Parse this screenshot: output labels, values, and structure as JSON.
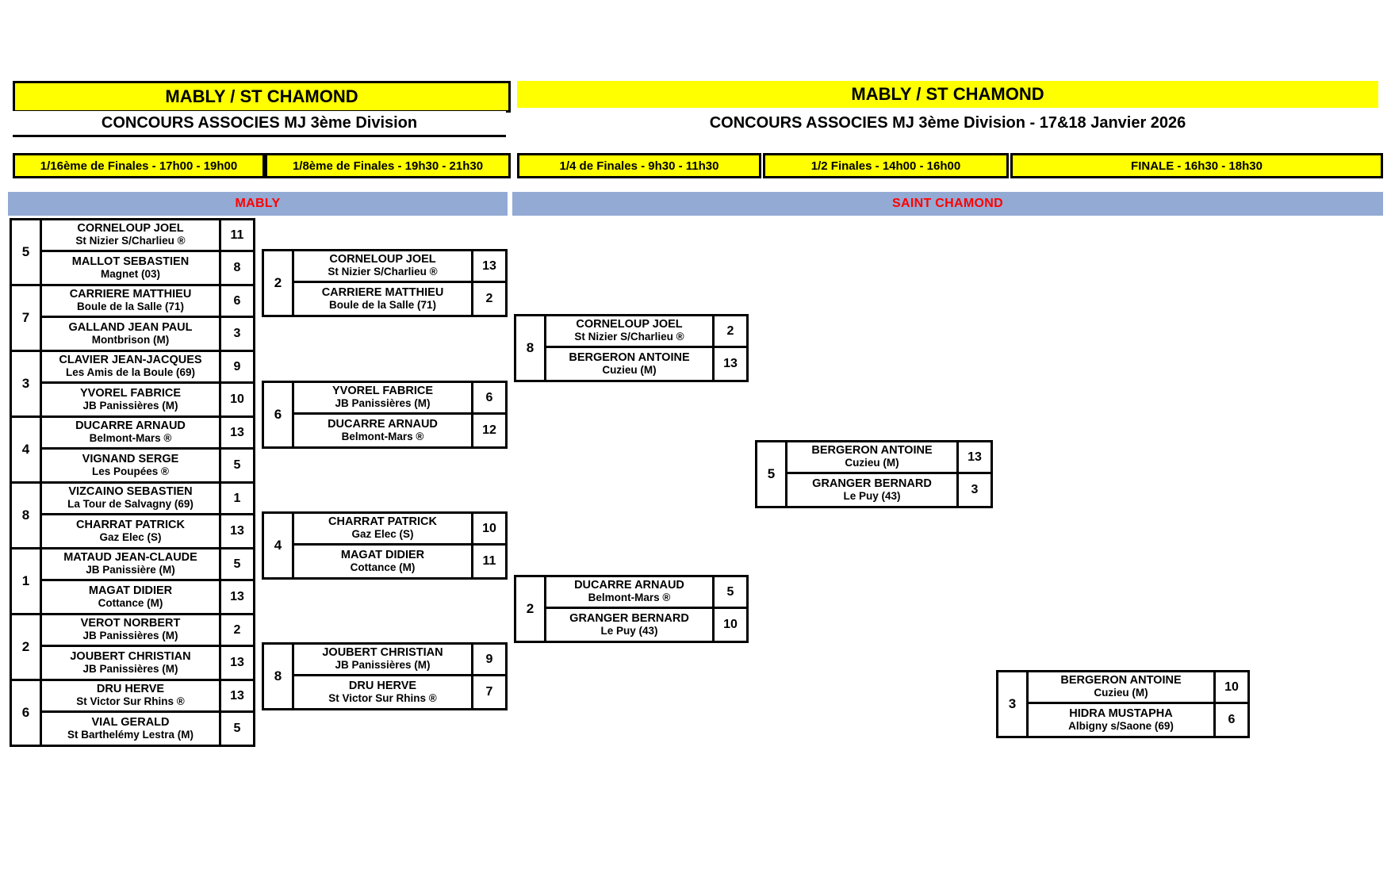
{
  "header": {
    "left": {
      "banner": "MABLY / ST CHAMOND",
      "subtitle": "CONCOURS ASSOCIES MJ 3ème Division"
    },
    "right": {
      "banner": "MABLY / ST CHAMOND",
      "subtitle": "CONCOURS ASSOCIES MJ 3ème Division - 17&18 Janvier 2026"
    }
  },
  "rounds": [
    {
      "label": "1/16ème de Finales - 17h00 - 19h00"
    },
    {
      "label": "1/8ème de Finales - 19h30 - 21h30"
    },
    {
      "label": "1/4 de Finales - 9h30 - 11h30"
    },
    {
      "label": "1/2 Finales - 14h00 - 16h00"
    },
    {
      "label": "FINALE - 16h30 - 18h30"
    }
  ],
  "sites": [
    {
      "name": "MABLY"
    },
    {
      "name": "SAINT CHAMOND"
    }
  ],
  "colors": {
    "banner_yellow": "#ffff00",
    "site_band_blue": "#93aad4",
    "site_text_red": "#ff0000",
    "line_black": "#000000"
  },
  "round16": [
    {
      "seed": "5",
      "p1": {
        "name": "CORNELOUP JOEL",
        "club": "St Nizier S/Charlieu ®",
        "score": "11"
      },
      "p2": {
        "name": "MALLOT SEBASTIEN",
        "club": "Magnet (03)",
        "score": "8"
      }
    },
    {
      "seed": "7",
      "p1": {
        "name": "CARRIERE MATTHIEU",
        "club": "Boule de la Salle (71)",
        "score": "6"
      },
      "p2": {
        "name": "GALLAND JEAN PAUL",
        "club": "Montbrison (M)",
        "score": "3"
      }
    },
    {
      "seed": "3",
      "p1": {
        "name": "CLAVIER JEAN-JACQUES",
        "club": "Les Amis de la Boule (69)",
        "score": "9"
      },
      "p2": {
        "name": "YVOREL FABRICE",
        "club": "JB Panissières (M)",
        "score": "10"
      }
    },
    {
      "seed": "4",
      "p1": {
        "name": "DUCARRE ARNAUD",
        "club": "Belmont-Mars ®",
        "score": "13"
      },
      "p2": {
        "name": "VIGNAND SERGE",
        "club": "Les Poupées ®",
        "score": "5"
      }
    },
    {
      "seed": "8",
      "p1": {
        "name": "VIZCAINO SEBASTIEN",
        "club": "La Tour de Salvagny (69)",
        "score": "1"
      },
      "p2": {
        "name": "CHARRAT PATRICK",
        "club": "Gaz Elec (S)",
        "score": "13"
      }
    },
    {
      "seed": "1",
      "p1": {
        "name": "MATAUD JEAN-CLAUDE",
        "club": "JB Panissière (M)",
        "score": "5"
      },
      "p2": {
        "name": "MAGAT DIDIER",
        "club": "Cottance (M)",
        "score": "13"
      }
    },
    {
      "seed": "2",
      "p1": {
        "name": "VEROT NORBERT",
        "club": "JB Panissières (M)",
        "score": "2"
      },
      "p2": {
        "name": "JOUBERT CHRISTIAN",
        "club": "JB Panissières (M)",
        "score": "13"
      }
    },
    {
      "seed": "6",
      "p1": {
        "name": "DRU HERVE",
        "club": "St Victor Sur Rhins ®",
        "score": "13"
      },
      "p2": {
        "name": "VIAL GERALD",
        "club": "St Barthelémy Lestra (M)",
        "score": "5"
      }
    }
  ],
  "round8": [
    {
      "seed": "2",
      "p1": {
        "name": "CORNELOUP JOEL",
        "club": "St Nizier S/Charlieu ®",
        "score": "13"
      },
      "p2": {
        "name": "CARRIERE MATTHIEU",
        "club": "Boule de la Salle (71)",
        "score": "2"
      }
    },
    {
      "seed": "6",
      "p1": {
        "name": "YVOREL FABRICE",
        "club": "JB Panissières (M)",
        "score": "6"
      },
      "p2": {
        "name": "DUCARRE ARNAUD",
        "club": "Belmont-Mars ®",
        "score": "12"
      }
    },
    {
      "seed": "4",
      "p1": {
        "name": "CHARRAT PATRICK",
        "club": "Gaz Elec (S)",
        "score": "10"
      },
      "p2": {
        "name": "MAGAT DIDIER",
        "club": "Cottance (M)",
        "score": "11"
      }
    },
    {
      "seed": "8",
      "p1": {
        "name": "JOUBERT CHRISTIAN",
        "club": "JB Panissières (M)",
        "score": "9"
      },
      "p2": {
        "name": "DRU HERVE",
        "club": "St Victor Sur Rhins ®",
        "score": "7"
      }
    }
  ],
  "quarters": [
    {
      "seed": "8",
      "p1": {
        "name": "CORNELOUP JOEL",
        "club": "St Nizier S/Charlieu ®",
        "score": "2"
      },
      "p2": {
        "name": "BERGERON ANTOINE",
        "club": "Cuzieu (M)",
        "score": "13"
      }
    },
    {
      "seed": "2",
      "p1": {
        "name": "DUCARRE ARNAUD",
        "club": "Belmont-Mars ®",
        "score": "5"
      },
      "p2": {
        "name": "GRANGER BERNARD",
        "club": "Le Puy (43)",
        "score": "10"
      }
    }
  ],
  "semis": [
    {
      "seed": "5",
      "p1": {
        "name": "BERGERON ANTOINE",
        "club": "Cuzieu (M)",
        "score": "13"
      },
      "p2": {
        "name": "GRANGER BERNARD",
        "club": "Le Puy (43)",
        "score": "3"
      }
    }
  ],
  "final": [
    {
      "seed": "3",
      "p1": {
        "name": "BERGERON ANTOINE",
        "club": "Cuzieu (M)",
        "score": "10"
      },
      "p2": {
        "name": "HIDRA MUSTAPHA",
        "club": "Albigny s/Saone (69)",
        "score": "6"
      }
    }
  ]
}
